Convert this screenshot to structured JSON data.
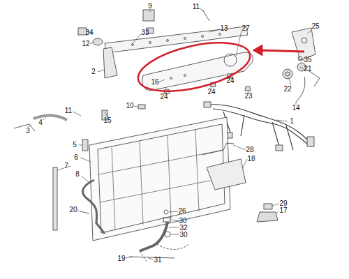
{
  "diagram": {
    "labels": [
      "34",
      "9",
      "11",
      "13",
      "27",
      "25",
      "33",
      "12",
      "35",
      "2",
      "21",
      "22",
      "16",
      "24",
      "24",
      "24",
      "23",
      "14",
      "1",
      "11",
      "15",
      "10",
      "4",
      "3",
      "5",
      "6",
      "28",
      "18",
      "7",
      "8",
      "20",
      "26",
      "30",
      "32",
      "30",
      "29",
      "17",
      "19",
      "31"
    ]
  }
}
